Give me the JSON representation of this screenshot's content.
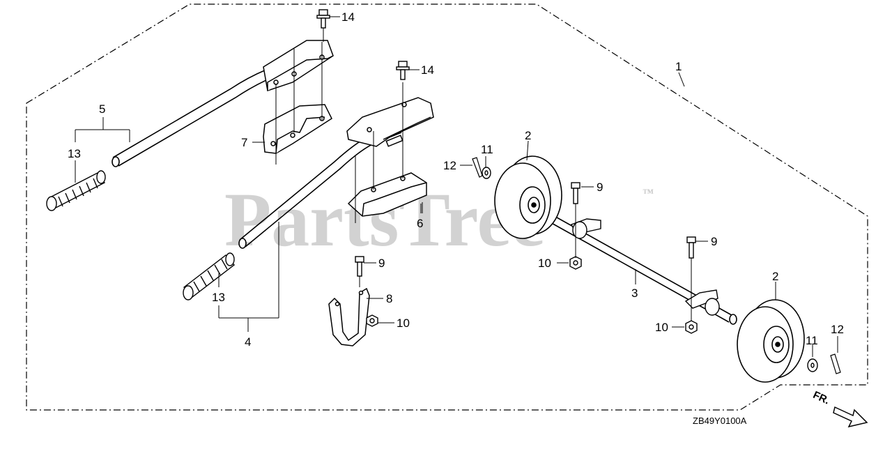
{
  "diagram": {
    "watermark": "PartsTree",
    "watermark_tm": "™",
    "diagram_code": "ZB49Y0100A",
    "direction_label": "FR.",
    "callouts": [
      {
        "id": "c14a",
        "text": "14"
      },
      {
        "id": "c14b",
        "text": "14"
      },
      {
        "id": "c1",
        "text": "1"
      },
      {
        "id": "c5",
        "text": "5"
      },
      {
        "id": "c7",
        "text": "7"
      },
      {
        "id": "c13a",
        "text": "13"
      },
      {
        "id": "c2a",
        "text": "2"
      },
      {
        "id": "c11a",
        "text": "11"
      },
      {
        "id": "c12a",
        "text": "12"
      },
      {
        "id": "c9a",
        "text": "9"
      },
      {
        "id": "c6",
        "text": "6"
      },
      {
        "id": "c9b",
        "text": "9"
      },
      {
        "id": "c10a",
        "text": "10"
      },
      {
        "id": "c9c",
        "text": "9"
      },
      {
        "id": "c8",
        "text": "8"
      },
      {
        "id": "c3",
        "text": "3"
      },
      {
        "id": "c2b",
        "text": "2"
      },
      {
        "id": "c10b",
        "text": "10"
      },
      {
        "id": "c10c",
        "text": "10"
      },
      {
        "id": "c13b",
        "text": "13"
      },
      {
        "id": "c4",
        "text": "4"
      },
      {
        "id": "c11b",
        "text": "11"
      },
      {
        "id": "c12b",
        "text": "12"
      }
    ],
    "colors": {
      "line": "#000000",
      "watermark": "#d2d2d2",
      "background": "#ffffff"
    }
  }
}
